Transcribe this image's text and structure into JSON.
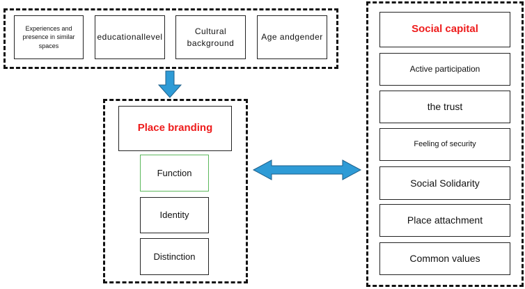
{
  "factors": [
    "Experiences and presence in similar spaces",
    "educationallevel",
    "Cultural background",
    "Age andgender"
  ],
  "place_branding": {
    "title": "Place branding",
    "items": [
      "Function",
      "Identity",
      "Distinction"
    ]
  },
  "social_capital": {
    "title": "Social capital",
    "items": [
      "Active participation",
      "the trust",
      "Feeling of security",
      "Social Solidarity",
      "Place attachment",
      "Common values"
    ]
  },
  "colors": {
    "highlight_text": "#ee1c1c",
    "arrow_fill": "#2e9bd6",
    "arrow_stroke": "#1d5f8a",
    "function_border": "#5cb85c"
  }
}
